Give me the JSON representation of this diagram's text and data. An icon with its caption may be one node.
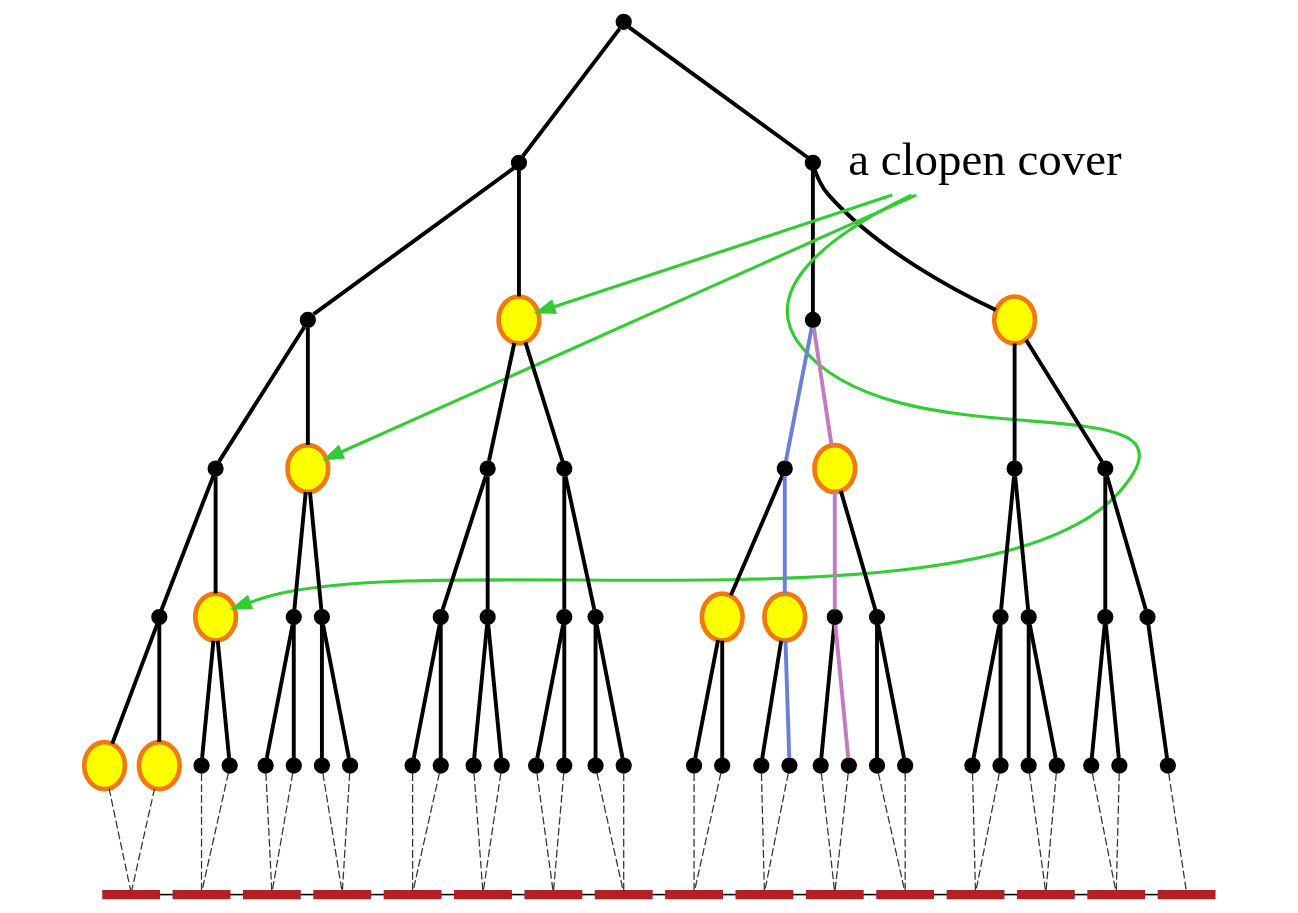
{
  "diagram": {
    "nodes": [
      {
        "text": [],
        "shape": "circle"
      },
      {
        "text": [],
        "shape": "circle"
      },
      {
        "text": [],
        "shape": "circle"
      },
      {
        "text": [
          "a clopen cover"
        ]
      },
      {
        "text": [],
        "shape": "circle"
      },
      {
        "text": [],
        "shape": "circle"
      },
      {
        "text": [],
        "shape": "circle"
      },
      {
        "text": [],
        "shape": "circle"
      },
      {
        "text": [],
        "shape": "circle"
      },
      {
        "text": [],
        "shape": "circle"
      },
      {
        "text": [],
        "shape": "circle"
      },
      {
        "text": [],
        "shape": "circle"
      },
      {
        "text": [],
        "shape": "circle"
      },
      {
        "text": [],
        "shape": "circle"
      },
      {
        "text": [],
        "shape": "circle"
      },
      {
        "text": [],
        "shape": "circle"
      },
      {
        "text": [],
        "shape": "circle"
      },
      {
        "text": [],
        "shape": "circle"
      },
      {
        "text": [],
        "shape": "circle"
      },
      {
        "text": [],
        "shape": "circle"
      },
      {
        "text": [],
        "shape": "circle"
      },
      {
        "text": [],
        "shape": "circle"
      },
      {
        "text": [],
        "shape": "circle"
      },
      {
        "text": [],
        "shape": "circle"
      },
      {
        "text": [],
        "shape": "circle"
      },
      {
        "text": [],
        "shape": "circle"
      },
      {
        "text": [],
        "shape": "circle"
      },
      {
        "text": [],
        "shape": "circle"
      },
      {
        "text": [],
        "shape": "circle"
      },
      {
        "text": [],
        "shape": "circle"
      },
      {
        "text": [],
        "shape": "circle"
      },
      {
        "text": [],
        "shape": "circle"
      },
      {
        "text": [],
        "shape": "circle"
      },
      {
        "text": [],
        "shape": "circle"
      },
      {
        "text": [],
        "shape": "circle"
      },
      {
        "text": [],
        "shape": "circle"
      },
      {
        "text": [],
        "shape": "circle"
      },
      {
        "text": [],
        "shape": "circle"
      },
      {
        "text": [],
        "shape": "circle"
      },
      {
        "text": [],
        "shape": "circle"
      },
      {
        "text": [],
        "shape": "circle"
      },
      {
        "text": [],
        "shape": "circle"
      },
      {
        "text": [],
        "shape": "circle"
      },
      {
        "text": [],
        "shape": "circle"
      },
      {
        "text": [],
        "shape": "circle"
      },
      {
        "text": [],
        "shape": "circle"
      },
      {
        "text": [],
        "shape": "circle"
      },
      {
        "text": [],
        "shape": "circle"
      },
      {
        "text": [],
        "shape": "circle"
      },
      {
        "text": [],
        "shape": "circle"
      },
      {
        "text": [],
        "shape": "circle"
      },
      {
        "text": [],
        "shape": "circle"
      },
      {
        "text": [],
        "shape": "circle"
      },
      {
        "text": [],
        "shape": "circle"
      },
      {
        "text": [],
        "shape": "circle"
      },
      {
        "text": [],
        "shape": "circle"
      },
      {
        "text": [],
        "shape": "circle"
      },
      {
        "text": [],
        "shape": "circle"
      },
      {
        "text": [],
        "shape": "circle"
      },
      {
        "text": [],
        "shape": "circle"
      },
      {
        "text": [],
        "shape": "circle"
      },
      {
        "text": [],
        "shape": "circle"
      },
      {
        "text": [],
        "shape": "circle"
      },
      {
        "text": [],
        "shape": "bar"
      },
      {
        "text": [],
        "shape": "bar"
      },
      {
        "text": [],
        "shape": "bar"
      },
      {
        "text": [],
        "shape": "bar"
      },
      {
        "text": [],
        "shape": "bar"
      },
      {
        "text": [],
        "shape": "bar"
      },
      {
        "text": [],
        "shape": "bar"
      },
      {
        "text": [],
        "shape": "bar"
      },
      {
        "text": [],
        "shape": "bar"
      },
      {
        "text": [],
        "shape": "bar"
      },
      {
        "text": [],
        "shape": "bar"
      },
      {
        "text": [],
        "shape": "bar"
      },
      {
        "text": [],
        "shape": "bar"
      },
      {
        "text": [],
        "shape": "bar"
      },
      {
        "text": [],
        "shape": "bar"
      },
      {
        "text": [],
        "shape": "bar"
      }
    ],
    "edges": [
      {
        "from": 0,
        "to": 1,
        "arrow": "none"
      },
      {
        "from": 0,
        "to": 2,
        "arrow": "none"
      },
      {
        "from": 1,
        "to": 4,
        "arrow": "none"
      },
      {
        "from": 1,
        "to": 5,
        "arrow": "none"
      },
      {
        "from": 2,
        "to": 6,
        "arrow": "none"
      },
      {
        "from": 2,
        "to": 7,
        "arrow": "none"
      },
      {
        "from": 4,
        "to": 8,
        "arrow": "none"
      },
      {
        "from": 4,
        "to": 9,
        "arrow": "none"
      },
      {
        "from": 5,
        "to": 10,
        "arrow": "none"
      },
      {
        "from": 5,
        "to": 11,
        "arrow": "none"
      },
      {
        "from": 6,
        "to": 12,
        "arrow": "none",
        "color": "#6a7fd6"
      },
      {
        "from": 6,
        "to": 13,
        "arrow": "none",
        "color": "#c47ac0"
      },
      {
        "from": 7,
        "to": 14,
        "arrow": "none"
      },
      {
        "from": 7,
        "to": 15,
        "arrow": "none"
      },
      {
        "from": 8,
        "to": 16,
        "arrow": "none"
      },
      {
        "from": 8,
        "to": 17,
        "arrow": "none"
      },
      {
        "from": 9,
        "to": 18,
        "arrow": "none"
      },
      {
        "from": 9,
        "to": 19,
        "arrow": "none"
      },
      {
        "from": 10,
        "to": 20,
        "arrow": "none"
      },
      {
        "from": 10,
        "to": 21,
        "arrow": "none"
      },
      {
        "from": 11,
        "to": 22,
        "arrow": "none"
      },
      {
        "from": 11,
        "to": 23,
        "arrow": "none"
      },
      {
        "from": 12,
        "to": 24,
        "arrow": "none"
      },
      {
        "from": 12,
        "to": 25,
        "arrow": "none",
        "color": "#6a7fd6"
      },
      {
        "from": 13,
        "to": 26,
        "arrow": "none",
        "color": "#c47ac0"
      },
      {
        "from": 13,
        "to": 27,
        "arrow": "none"
      },
      {
        "from": 14,
        "to": 28,
        "arrow": "none"
      },
      {
        "from": 14,
        "to": 29,
        "arrow": "none"
      },
      {
        "from": 15,
        "to": 30,
        "arrow": "none"
      },
      {
        "from": 15,
        "to": 31,
        "arrow": "none"
      },
      {
        "from": 16,
        "to": 32,
        "arrow": "none"
      },
      {
        "from": 16,
        "to": 33,
        "arrow": "none"
      },
      {
        "from": 17,
        "to": 34,
        "arrow": "none"
      },
      {
        "from": 17,
        "to": 35,
        "arrow": "none"
      },
      {
        "from": 18,
        "to": 36,
        "arrow": "none"
      },
      {
        "from": 18,
        "to": 37,
        "arrow": "none"
      },
      {
        "from": 19,
        "to": 38,
        "arrow": "none"
      },
      {
        "from": 19,
        "to": 39,
        "arrow": "none"
      },
      {
        "from": 20,
        "to": 40,
        "arrow": "none"
      },
      {
        "from": 20,
        "to": 41,
        "arrow": "none"
      },
      {
        "from": 21,
        "to": 42,
        "arrow": "none"
      },
      {
        "from": 21,
        "to": 43,
        "arrow": "none"
      },
      {
        "from": 22,
        "to": 44,
        "arrow": "none"
      },
      {
        "from": 22,
        "to": 45,
        "arrow": "none"
      },
      {
        "from": 23,
        "to": 46,
        "arrow": "none"
      },
      {
        "from": 23,
        "to": 47,
        "arrow": "none"
      },
      {
        "from": 24,
        "to": 48,
        "arrow": "none"
      },
      {
        "from": 24,
        "to": 49,
        "arrow": "none"
      },
      {
        "from": 25,
        "to": 50,
        "arrow": "none"
      },
      {
        "from": 25,
        "to": 51,
        "arrow": "none",
        "color": "#6a7fd6"
      },
      {
        "from": 26,
        "to": 52,
        "arrow": "none"
      },
      {
        "from": 26,
        "to": 53,
        "arrow": "none",
        "color": "#c47ac0"
      },
      {
        "from": 27,
        "to": 54,
        "arrow": "none"
      },
      {
        "from": 27,
        "to": 55,
        "arrow": "none"
      },
      {
        "from": 28,
        "to": 56,
        "arrow": "none"
      },
      {
        "from": 28,
        "to": 57,
        "arrow": "none"
      },
      {
        "from": 29,
        "to": 58,
        "arrow": "none"
      },
      {
        "from": 29,
        "to": 59,
        "arrow": "none"
      },
      {
        "from": 30,
        "to": 60,
        "arrow": "none"
      },
      {
        "from": 30,
        "to": 61,
        "arrow": "none"
      },
      {
        "from": 31,
        "to": 62,
        "arrow": "none"
      },
      {
        "from": 32,
        "to": 63,
        "arrow": "none",
        "style": "dashed"
      },
      {
        "from": 33,
        "to": 63,
        "arrow": "none",
        "style": "dashed"
      },
      {
        "from": 34,
        "to": 64,
        "arrow": "none",
        "style": "dashed"
      },
      {
        "from": 35,
        "to": 64,
        "arrow": "none",
        "style": "dashed"
      },
      {
        "from": 36,
        "to": 65,
        "arrow": "none",
        "style": "dashed"
      },
      {
        "from": 37,
        "to": 65,
        "arrow": "none",
        "style": "dashed"
      },
      {
        "from": 38,
        "to": 66,
        "arrow": "none",
        "style": "dashed"
      },
      {
        "from": 39,
        "to": 66,
        "arrow": "none",
        "style": "dashed"
      },
      {
        "from": 40,
        "to": 67,
        "arrow": "none",
        "style": "dashed"
      },
      {
        "from": 41,
        "to": 67,
        "arrow": "none",
        "style": "dashed"
      },
      {
        "from": 42,
        "to": 68,
        "arrow": "none",
        "style": "dashed"
      },
      {
        "from": 43,
        "to": 68,
        "arrow": "none",
        "style": "dashed"
      },
      {
        "from": 44,
        "to": 69,
        "arrow": "none",
        "style": "dashed"
      },
      {
        "from": 45,
        "to": 69,
        "arrow": "none",
        "style": "dashed"
      },
      {
        "from": 46,
        "to": 70,
        "arrow": "none",
        "style": "dashed"
      },
      {
        "from": 47,
        "to": 70,
        "arrow": "none",
        "style": "dashed"
      },
      {
        "from": 48,
        "to": 71,
        "arrow": "none",
        "style": "dashed"
      },
      {
        "from": 49,
        "to": 71,
        "arrow": "none",
        "style": "dashed"
      },
      {
        "from": 50,
        "to": 72,
        "arrow": "none",
        "style": "dashed"
      },
      {
        "from": 51,
        "to": 72,
        "arrow": "none",
        "style": "dashed"
      },
      {
        "from": 52,
        "to": 73,
        "arrow": "none",
        "style": "dashed"
      },
      {
        "from": 53,
        "to": 73,
        "arrow": "none",
        "style": "dashed"
      },
      {
        "from": 54,
        "to": 74,
        "arrow": "none",
        "style": "dashed"
      },
      {
        "from": 55,
        "to": 74,
        "arrow": "none",
        "style": "dashed"
      },
      {
        "from": 56,
        "to": 75,
        "arrow": "none",
        "style": "dashed"
      },
      {
        "from": 57,
        "to": 75,
        "arrow": "none",
        "style": "dashed"
      },
      {
        "from": 58,
        "to": 76,
        "arrow": "none",
        "style": "dashed"
      },
      {
        "from": 59,
        "to": 76,
        "arrow": "none",
        "style": "dashed"
      },
      {
        "from": 60,
        "to": 77,
        "arrow": "none",
        "style": "dashed"
      },
      {
        "from": 61,
        "to": 77,
        "arrow": "none",
        "style": "dashed"
      },
      {
        "from": 62,
        "to": 78,
        "arrow": "none",
        "style": "dashed"
      },
      {
        "from": 63,
        "to": 64,
        "arrow": "none"
      },
      {
        "from": 64,
        "to": 65,
        "arrow": "none"
      },
      {
        "from": 65,
        "to": 66,
        "arrow": "none"
      },
      {
        "from": 66,
        "to": 67,
        "arrow": "none"
      },
      {
        "from": 67,
        "to": 68,
        "arrow": "none"
      },
      {
        "from": 68,
        "to": 69,
        "arrow": "none"
      },
      {
        "from": 69,
        "to": 70,
        "arrow": "none"
      },
      {
        "from": 70,
        "to": 71,
        "arrow": "none"
      },
      {
        "from": 71,
        "to": 72,
        "arrow": "none"
      },
      {
        "from": 72,
        "to": 73,
        "arrow": "none"
      },
      {
        "from": 73,
        "to": 74,
        "arrow": "none"
      },
      {
        "from": 74,
        "to": 75,
        "arrow": "none"
      },
      {
        "from": 75,
        "to": 76,
        "arrow": "none"
      },
      {
        "from": 76,
        "to": 77,
        "arrow": "none"
      },
      {
        "from": 77,
        "to": 78,
        "arrow": "none"
      },
      {
        "from": 3,
        "to": 5,
        "arrow": "to",
        "color": "#33cc33"
      },
      {
        "from": 3,
        "to": 9,
        "arrow": "to",
        "color": "#33cc33"
      },
      {
        "from": 3,
        "to": 17,
        "arrow": "to",
        "color": "#33cc33"
      }
    ]
  }
}
